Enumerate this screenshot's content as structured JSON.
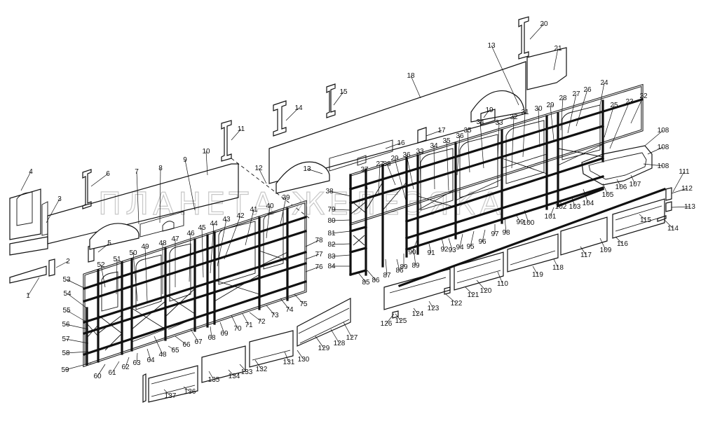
{
  "watermark": "ПЛАНЕТА ЖЕЛЕЗЯКА",
  "colors": {
    "line": "#111111",
    "background": "#ffffff",
    "watermark": "#9a9a9a"
  },
  "callouts": [
    "1",
    "2",
    "3",
    "4",
    "5",
    "6",
    "7",
    "8",
    "9",
    "10",
    "11",
    "12",
    "13",
    "13",
    "14",
    "15",
    "16",
    "17",
    "18",
    "19",
    "20",
    "21",
    "22",
    "23",
    "24",
    "25",
    "26",
    "27",
    "27",
    "28",
    "29",
    "29",
    "30",
    "31",
    "32",
    "33",
    "33",
    "34",
    "34",
    "35",
    "35",
    "36",
    "36",
    "37",
    "38",
    "39",
    "40",
    "41",
    "42",
    "43",
    "44",
    "45",
    "46",
    "47",
    "48",
    "48",
    "49",
    "50",
    "51",
    "52",
    "53",
    "54",
    "55",
    "56",
    "57",
    "58",
    "59",
    "60",
    "61",
    "62",
    "63",
    "64",
    "65",
    "66",
    "67",
    "68",
    "69",
    "70",
    "71",
    "72",
    "73",
    "74",
    "75",
    "76",
    "77",
    "78",
    "79",
    "80",
    "81",
    "82",
    "83",
    "84",
    "85",
    "86",
    "86",
    "87",
    "88",
    "89",
    "89",
    "90",
    "91",
    "92",
    "93",
    "94",
    "95",
    "96",
    "97",
    "98",
    "99",
    "100",
    "101",
    "102",
    "103",
    "104",
    "105",
    "106",
    "107",
    "108",
    "108",
    "108",
    "109",
    "110",
    "111",
    "112",
    "113",
    "114",
    "115",
    "116",
    "117",
    "118",
    "119",
    "120",
    "121",
    "122",
    "123",
    "124",
    "125",
    "126",
    "127",
    "128",
    "129",
    "130",
    "131",
    "132",
    "133",
    "134",
    "135",
    "136",
    "137"
  ]
}
